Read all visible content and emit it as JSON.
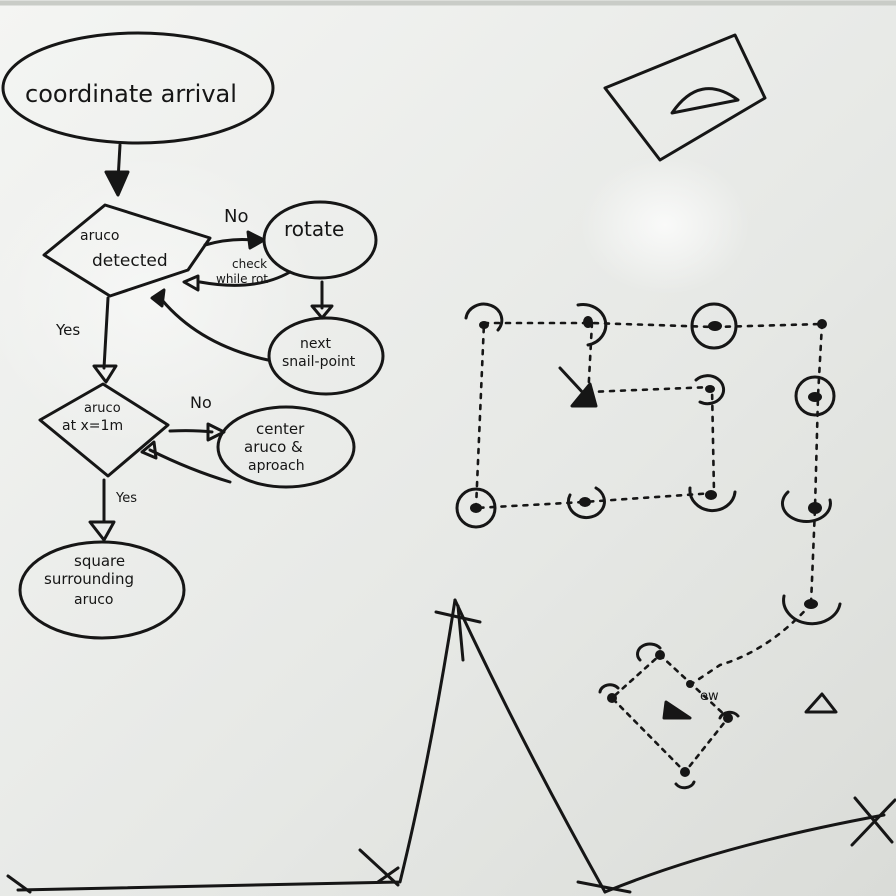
{
  "flowchart": {
    "start": "coordinate arrival",
    "decision_detected": [
      "aruco",
      "detected"
    ],
    "rotate": "rotate",
    "check_label": [
      "check",
      "while rot"
    ],
    "next_point": [
      "next",
      "snail-point"
    ],
    "decision_distance": [
      "aruco",
      "at x=1m"
    ],
    "approach": [
      "center",
      "aruco &",
      "aproach"
    ],
    "end": [
      "square",
      "surrounding",
      "aruco"
    ],
    "no_label_1": "No",
    "no_label_2": "No",
    "yes_label_1": "Yes",
    "yes_label_2": "Yes"
  },
  "sketch": {
    "ray_label": "ew"
  },
  "colors": {
    "board": "#e9ebe8",
    "ink": "#161616"
  }
}
